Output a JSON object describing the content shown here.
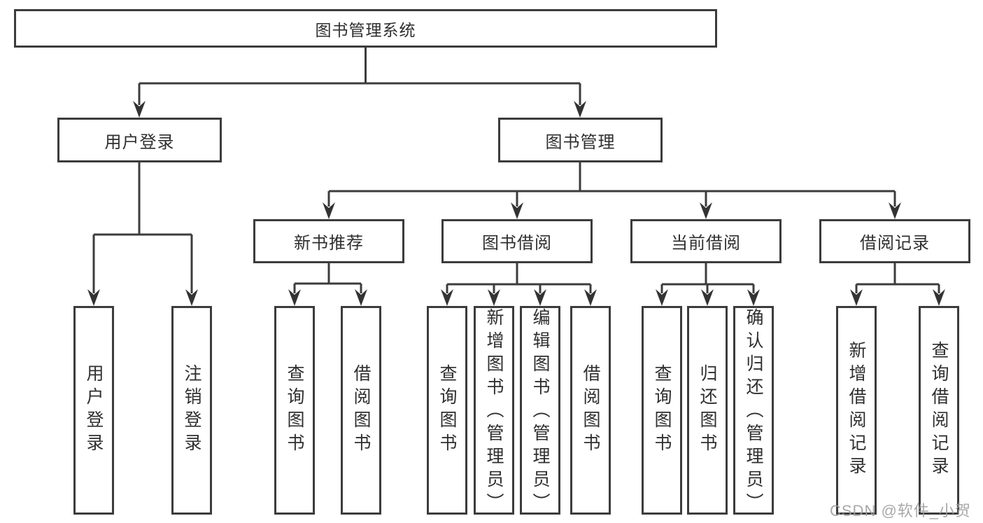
{
  "tree": {
    "root": {
      "label": "图书管理系统"
    },
    "level2": [
      {
        "label": "用户登录"
      },
      {
        "label": "图书管理"
      }
    ],
    "level3": [
      {
        "label": "新书推荐"
      },
      {
        "label": "图书借阅"
      },
      {
        "label": "当前借阅"
      },
      {
        "label": "借阅记录"
      }
    ],
    "leaves": {
      "user_login": [
        {
          "label": "用户登录"
        },
        {
          "label": "注销登录"
        }
      ],
      "new_book_recommendation": [
        {
          "label": "查询图书"
        },
        {
          "label": "借阅图书"
        }
      ],
      "book_borrowing": [
        {
          "label": "查询图书"
        },
        {
          "label": "新增图书（管理员）"
        },
        {
          "label": "编辑图书（管理员）"
        },
        {
          "label": "借阅图书"
        }
      ],
      "current_borrowing": [
        {
          "label": "查询图书"
        },
        {
          "label": "归还图书"
        },
        {
          "label": "确认归还（管理员）"
        }
      ],
      "borrowing_records": [
        {
          "label": "新增借阅记录"
        },
        {
          "label": "查询借阅记录"
        }
      ]
    }
  },
  "watermark": {
    "text": "CSDN @软件_小贺同学"
  },
  "colors": {
    "line": "#3c3c3c",
    "border": "#3c3c3c",
    "text": "#2f2f2f",
    "background": "#ffffff",
    "watermark": "#9d9d9d"
  }
}
